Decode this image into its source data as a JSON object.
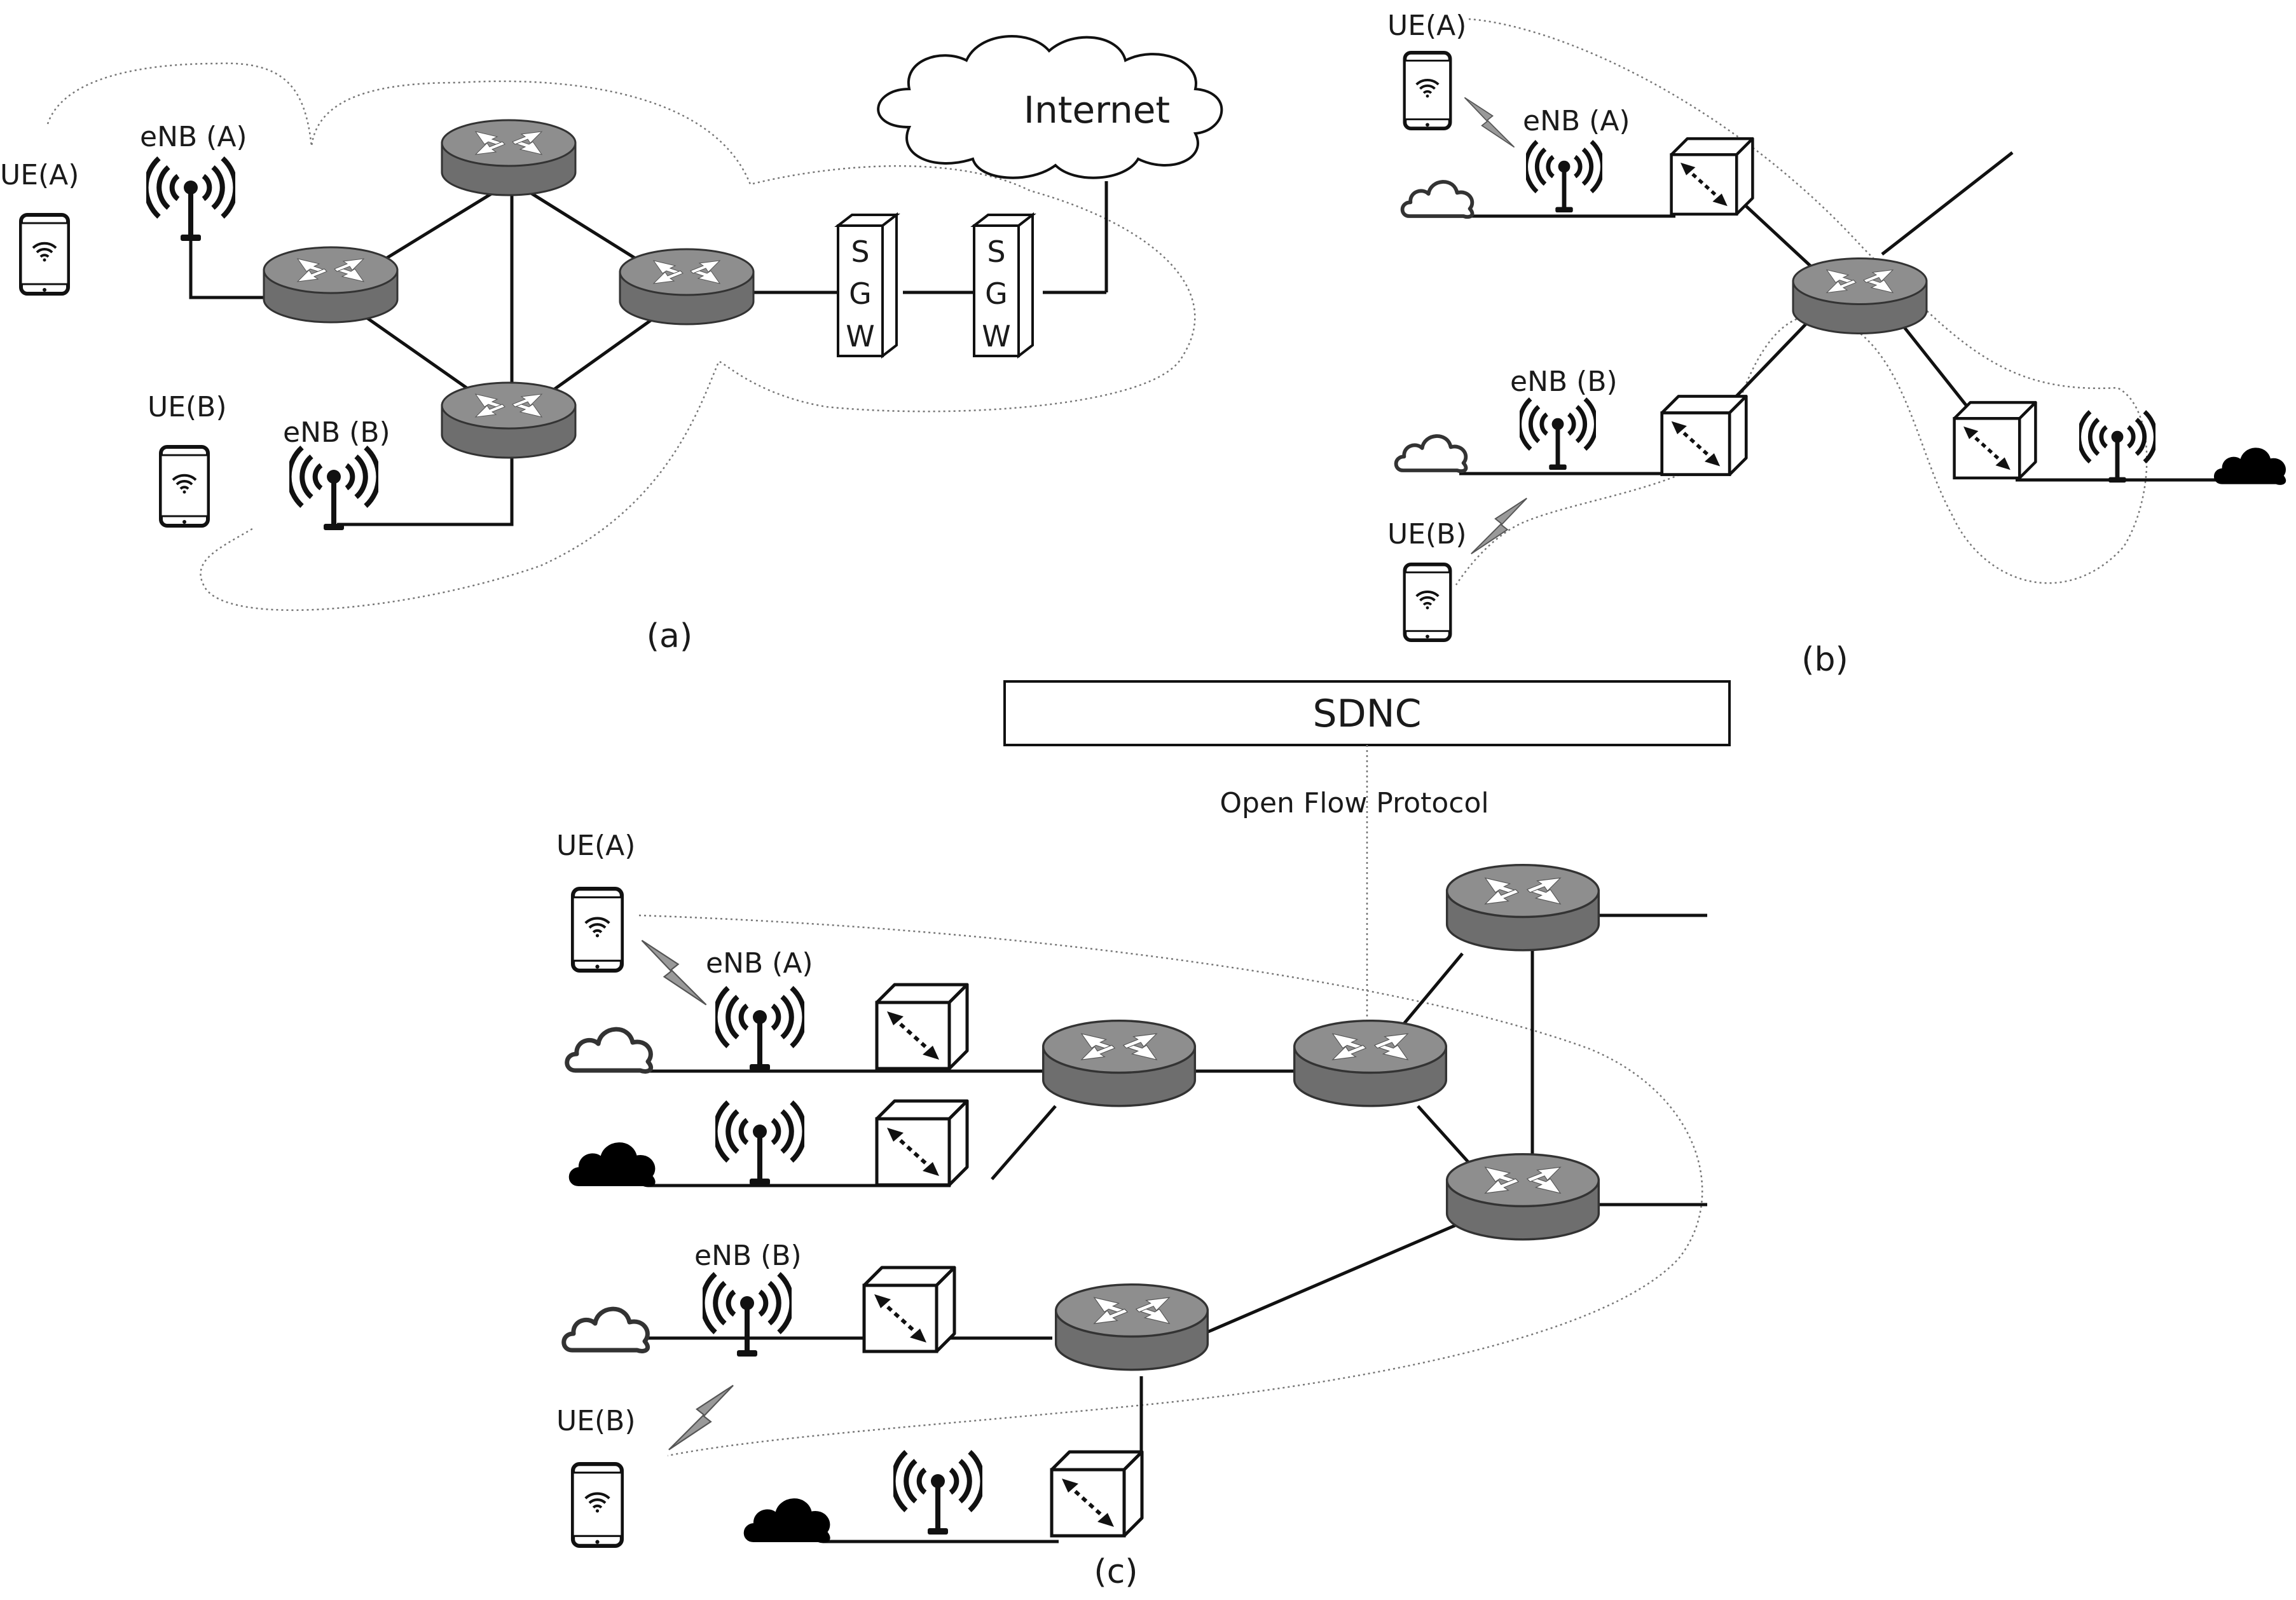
{
  "panel_a": {
    "caption": "(a)",
    "ue_a_label": "UE(A)",
    "ue_b_label": "UE(B)",
    "enb_a_label": "eNB (A)",
    "enb_b_label": "eNB (B)",
    "internet_label": "Internet",
    "sgw_letters": [
      "S",
      "G",
      "W"
    ]
  },
  "panel_b": {
    "caption": "(b)",
    "ue_a_label": "UE(A)",
    "ue_b_label": "UE(B)",
    "enb_a_label": "eNB (A)",
    "enb_b_label": "eNB (B)"
  },
  "panel_c": {
    "caption": "(c)",
    "controller_label": "SDNC",
    "protocol_label": "Open Flow Protocol",
    "ue_a_label": "UE(A)",
    "ue_b_label": "UE(B)",
    "enb_a_label": "eNB (A)",
    "enb_b_label": "eNB (B)"
  },
  "colors": {
    "router_body": "#6e6e6e",
    "router_top": "#8e8e8e",
    "line": "#111111",
    "dotted_boundary": "#777777"
  },
  "icons": [
    "phone-icon",
    "antenna-icon",
    "router-icon",
    "switch-icon",
    "cloud-icon",
    "lightning-icon",
    "sgw-icon"
  ]
}
